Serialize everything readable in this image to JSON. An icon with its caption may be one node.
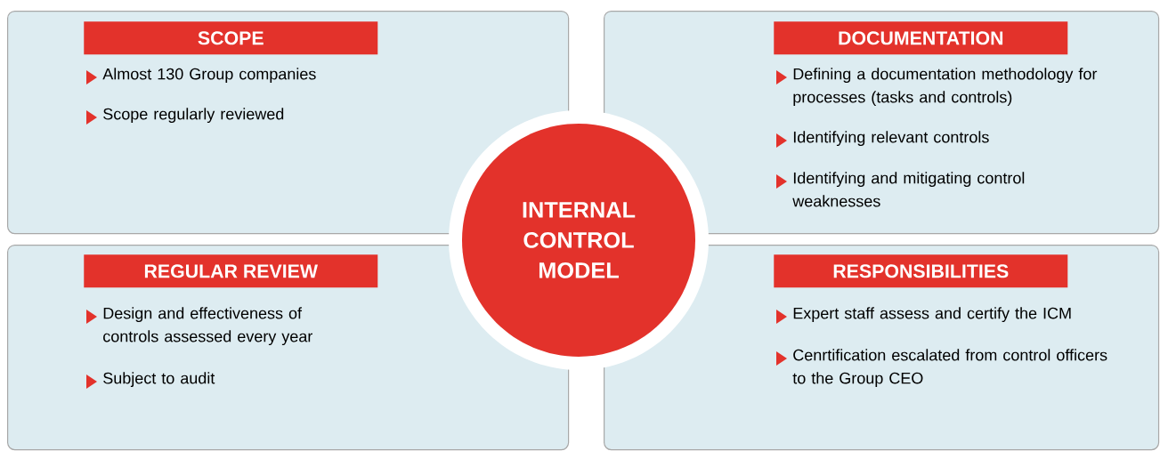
{
  "diagram": {
    "nodes": [
      {
        "text": [
          "Almost 130 Group companies",
          "Scope regularly reviewed"
        ]
      },
      {
        "text": [
          "SCOPE"
        ],
        "in": 0
      },
      {
        "text": [
          "Defining a documentation methodology for processes (tasks and controls)",
          "Identifying relevant controls",
          "Identifying and mitigating control weaknesses"
        ]
      },
      {
        "text": [
          "DOCUMENTATION"
        ],
        "in": 2
      },
      {
        "text": [
          "INTERNAL CONTROL MODEL"
        ]
      },
      {
        "text": [
          "Design and effectiveness of controls assessed every year",
          "Subject to audit"
        ]
      },
      {
        "text": [
          "REGULAR REVIEW"
        ],
        "in": 5
      },
      {
        "text": [
          "Expert staff assess and certify the ICM",
          "Cenrtification escalated from control officers to the Group CEO"
        ]
      },
      {
        "text": [
          "RESPONSIBILITIES"
        ],
        "in": 7
      }
    ]
  }
}
